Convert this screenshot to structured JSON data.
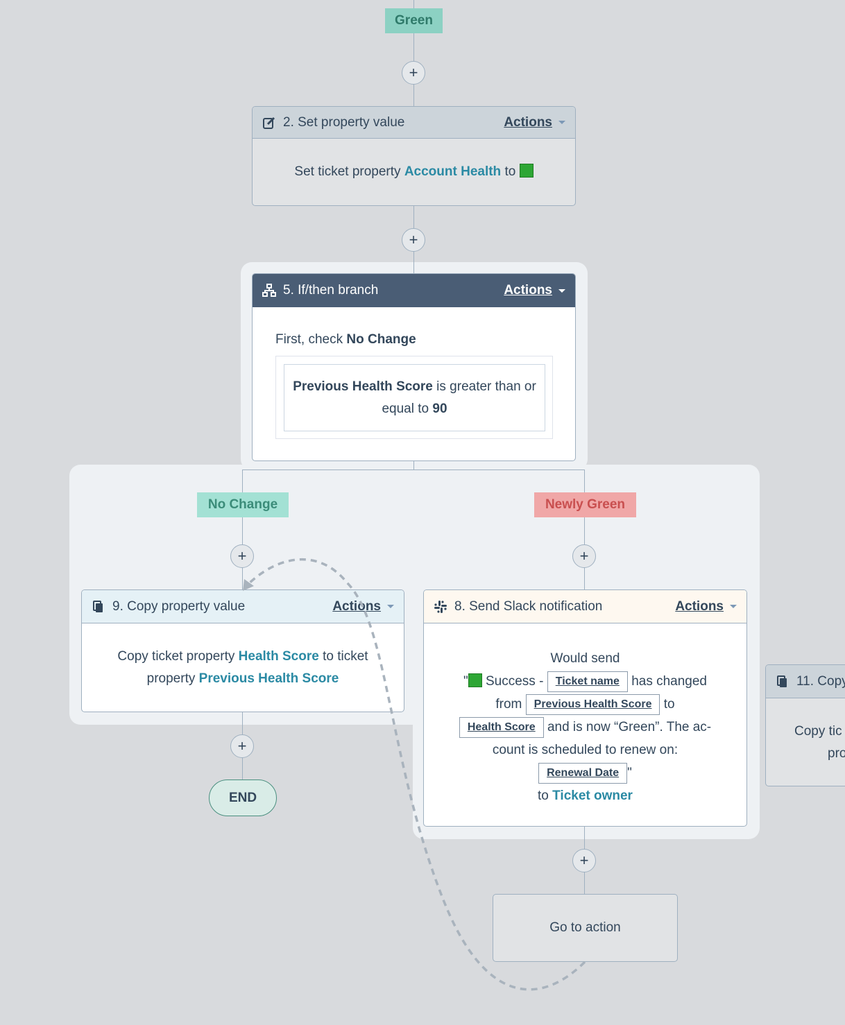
{
  "branch_top_label": "Green",
  "step2": {
    "title": "2. Set property value",
    "actions": "Actions",
    "text_prefix": "Set ticket property",
    "property": "Account Health",
    "text_to": "to"
  },
  "step5": {
    "title": "5. If/then branch",
    "actions": "Actions",
    "first_check": "First, check",
    "branch_name": "No Change",
    "condition_property": "Previous Health Score",
    "condition_text": "is greater than or equal to",
    "condition_value": "90"
  },
  "branches": {
    "left_label": "No Change",
    "right_label": "Newly Green"
  },
  "step9": {
    "title": "9. Copy property value",
    "actions": "Actions",
    "text_a": "Copy ticket property",
    "source": "Health Score",
    "text_b": "to ticket property",
    "target": "Previous Health Score"
  },
  "step8": {
    "title": "8. Send Slack notification",
    "actions": "Actions",
    "would_send": "Would send",
    "quote_open": "\"",
    "success": "Success -",
    "chip_ticket_name": "Ticket name",
    "has_changed": "has changed",
    "from": "from",
    "chip_prev": "Previous Health Score",
    "to": "to",
    "chip_health": "Health Score",
    "status_line": "and is now “Green”. The ac-",
    "renew_line": "count is scheduled to renew on:",
    "chip_renewal": "Renewal Date",
    "quote_close": "\"",
    "to_owner": "to",
    "owner": "Ticket owner"
  },
  "step11": {
    "title": "11. Copy",
    "text_a": "Copy tic",
    "text_b": "pro"
  },
  "end_label": "END",
  "goto_label": "Go to action",
  "plus_symbol": "+",
  "colors": {
    "canvas": "#d8dadd",
    "accent_link": "#2b8aa4",
    "green_tag": "#8cd1c3",
    "red_tag": "#f0a7a7",
    "header_dark": "#4a5d75"
  }
}
